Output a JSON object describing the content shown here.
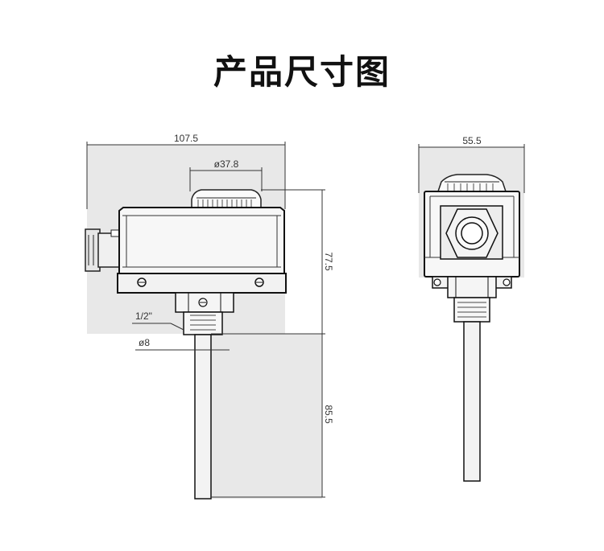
{
  "title": "产品尺寸图",
  "front_view": {
    "width_label": "107.5",
    "dial_diameter_label": "ø37.8",
    "upper_height_label": "77.5",
    "lower_height_label": "85.5",
    "thread_label": "1/2\"",
    "probe_diameter_label": "ø8"
  },
  "side_view": {
    "width_label": "55.5"
  }
}
